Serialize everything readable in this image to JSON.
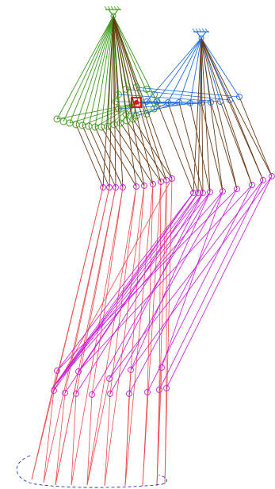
{
  "colors": {
    "background": "#ffffff",
    "green": "#3c9a1a",
    "blue": "#1f6fe6",
    "brown": "#6b3a12",
    "red": "#f04a4a",
    "magenta": "#cc1fe0",
    "center": "#e81010",
    "dash": "#2233bb"
  },
  "icons": {
    "left_anchor": "anchor-glyph",
    "right_anchor": "anchor-glyph",
    "center_knot": "knot-glyph"
  }
}
